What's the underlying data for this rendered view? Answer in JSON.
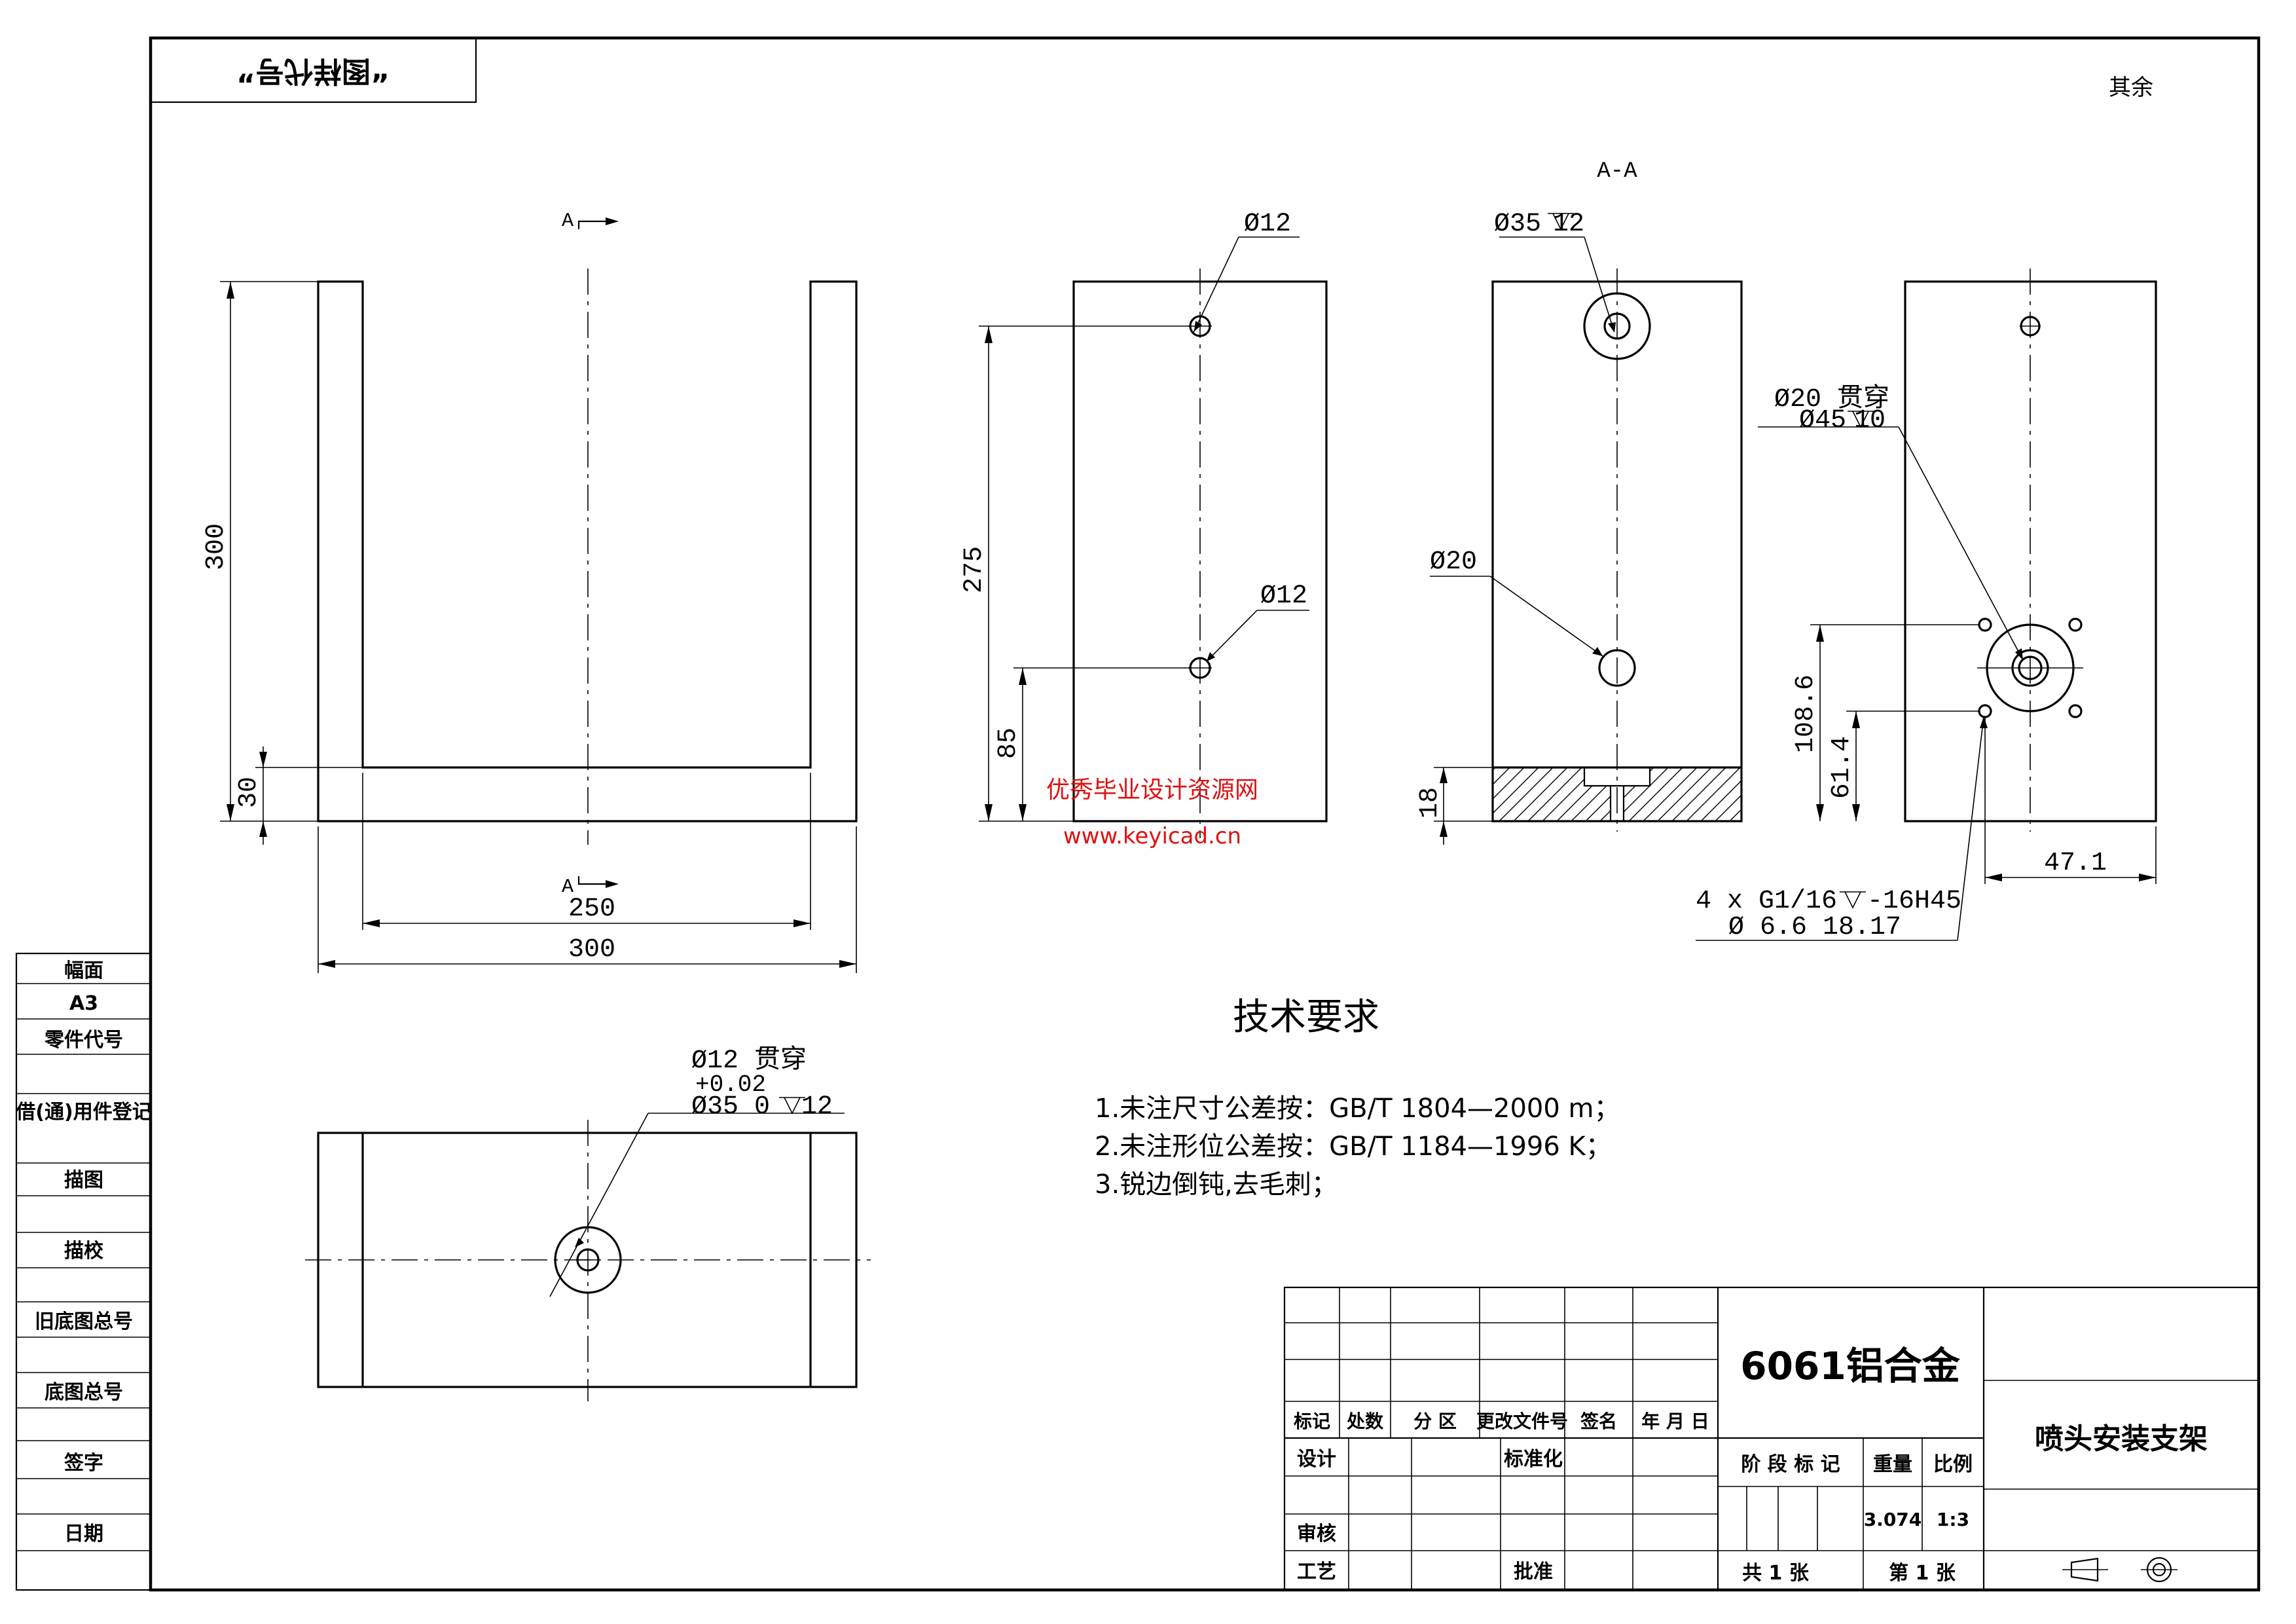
{
  "header": {
    "stamp_box": "“图样代号”",
    "top_right": "其余"
  },
  "section": {
    "label": "A-A",
    "arrow_top": "A",
    "arrow_bottom": "A"
  },
  "dims": {
    "front_height": "300",
    "front_base": "30",
    "front_inner_width": "250",
    "front_width": "300",
    "side_holes_top": "Ø12",
    "side_holes_bottom": "Ø12",
    "side_height": "275",
    "side_low": "85",
    "section_counterbore": "Ø35",
    "section_counterbore_depth": "12",
    "section_hole": "Ø20",
    "section_thickness": "18",
    "right_through": "Ø20 贯穿",
    "right_spot": "Ø45",
    "right_spot_depth": "10",
    "right_h1": "108.6",
    "right_h2": "61.4",
    "right_w": "47.1",
    "thread_line1": "4 x  G1/16",
    "thread_line1_tail": "-16H45",
    "thread_line2": "Ø  6.6   18.17",
    "top_through": "Ø12  贯穿",
    "top_tol": "+0.02",
    "top_cb_line": "Ø35 0",
    "top_cb_depth": "12"
  },
  "watermark": {
    "line1": "优秀毕业设计资源网",
    "line2": "www.keyicad.cn"
  },
  "tech": {
    "title": "技术要求",
    "items": [
      "1.未注尺寸公差按：GB/T 1804—2000 m；",
      "2.未注形位公差按：GB/T 1184—1996 K；",
      "3.锐边倒钝,去毛刺；"
    ]
  },
  "left_strip": [
    "幅面",
    "A3",
    "零件代号",
    "借(通)用件登记",
    "描图",
    "描校",
    "旧底图总号",
    "底图总号",
    "签字",
    "日期"
  ],
  "title_block": {
    "material": "6061铝合金",
    "part_name": "喷头安装支架",
    "header_row": [
      "标记",
      "处数",
      "分 区",
      "更改文件号",
      "签名",
      "年 月 日"
    ],
    "design": "设计",
    "standardize": "标准化",
    "review": "审核",
    "process": "工艺",
    "approve": "批准",
    "stage_mark": "阶 段 标 记",
    "weight": "重量",
    "scale": "比例",
    "weight_value": "3.074",
    "scale_value": "1:3",
    "total_sheets": "共 1 张",
    "sheet_no": "第 1 张"
  }
}
